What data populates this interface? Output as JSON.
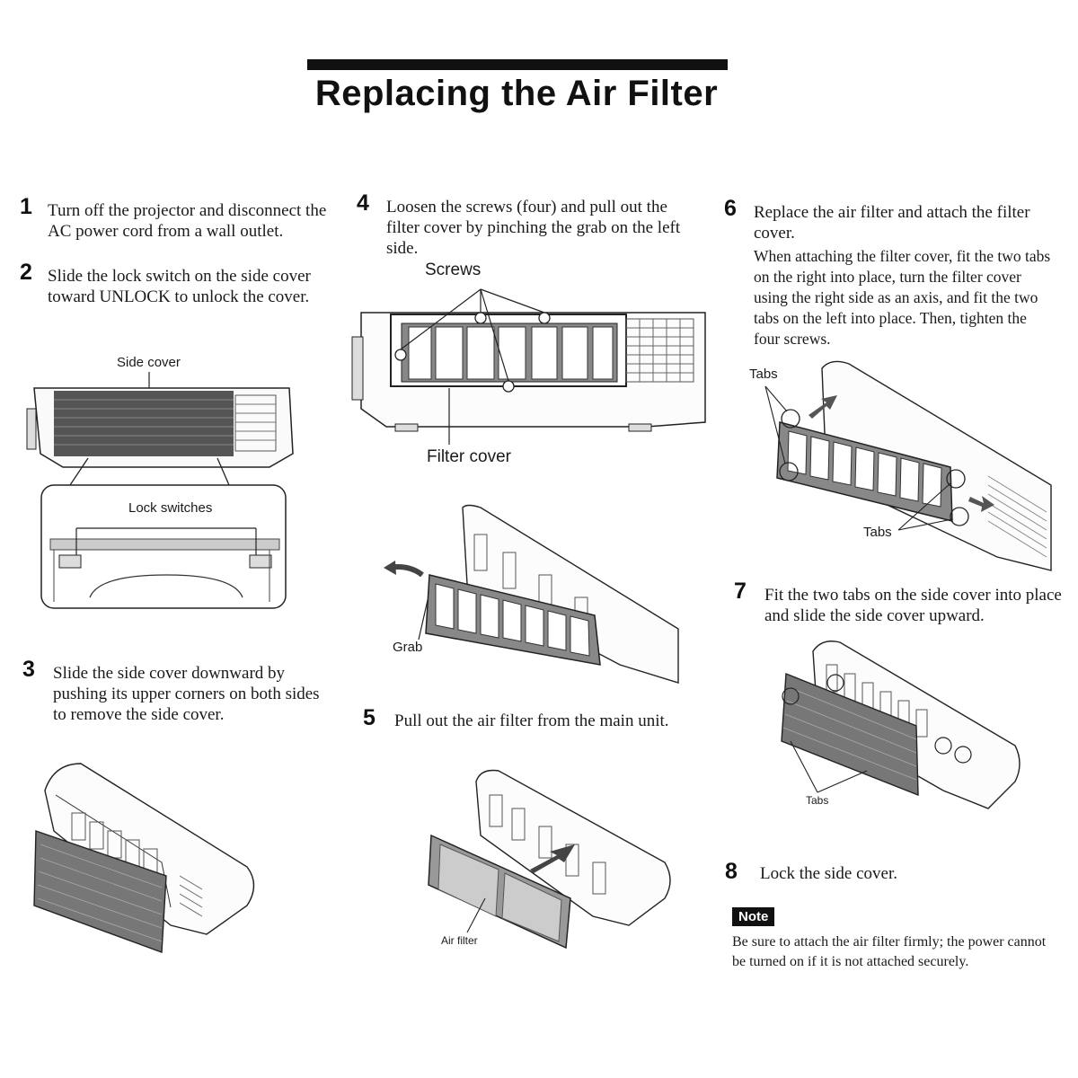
{
  "title": "Replacing the Air Filter",
  "steps": [
    {
      "num": "1",
      "text": "Turn off the projector and disconnect the AC power cord from a wall outlet."
    },
    {
      "num": "2",
      "text": "Slide the lock switch on the side cover toward UNLOCK to unlock the cover."
    },
    {
      "num": "3",
      "text": "Slide the side cover downward by pushing its upper corners on both sides to remove the side cover."
    },
    {
      "num": "4",
      "text": "Loosen the screws (four) and pull out the filter cover by pinching the grab on the left side."
    },
    {
      "num": "5",
      "text": "Pull out the air filter from the main unit."
    },
    {
      "num": "6",
      "text": "Replace the air filter and attach the filter cover.",
      "detail": "When attaching the filter cover, fit the two tabs on the right into place, turn the filter cover using the right side as an axis, and fit the two tabs on the left into place. Then, tighten the four screws."
    },
    {
      "num": "7",
      "text": "Fit the two tabs on the side cover into place and slide the side cover upward."
    },
    {
      "num": "8",
      "text": "Lock the side cover."
    }
  ],
  "labels": {
    "side_cover": "Side cover",
    "lock_switches": "Lock switches",
    "screws": "Screws",
    "filter_cover": "Filter cover",
    "grab": "Grab",
    "air_filter": "Air filter",
    "tabs_top": "Tabs",
    "tabs_bottom": "Tabs",
    "tabs_step7": "Tabs"
  },
  "note": {
    "badge": "Note",
    "text": "Be sure to attach the air filter firmly; the power cannot be turned on if it is not attached securely."
  }
}
